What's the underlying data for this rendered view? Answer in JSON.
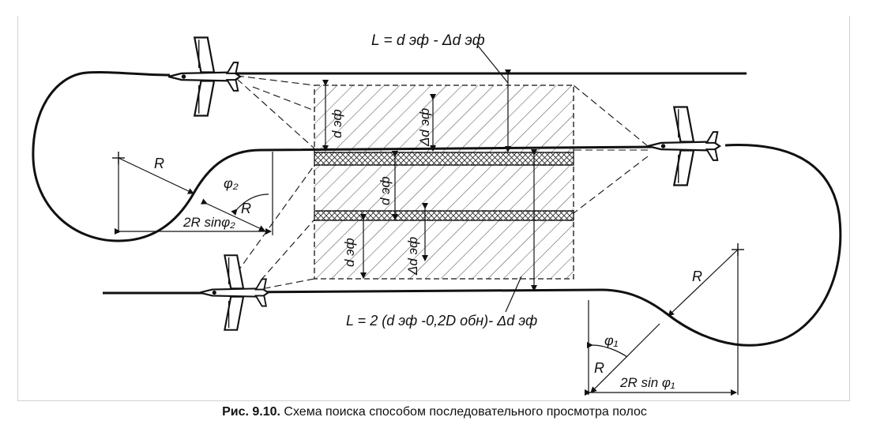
{
  "labels": {
    "L_top": "L = d эф - Δd эф",
    "L_bottom": "L = 2 (d эф -0,2D обн)- Δd эф",
    "d_ef": "d эф",
    "delta_d_ef": "Δd эф",
    "R": "R",
    "phi2": "φ₂",
    "phi1": "φ₁",
    "two_r_sin_phi2": "2R sinφ₂",
    "two_r_sin_phi1": "2R sin φ₁"
  },
  "caption": {
    "number": "Рис. 9.10.",
    "text": " Схема поиска способом последовательного просмотра полос"
  }
}
